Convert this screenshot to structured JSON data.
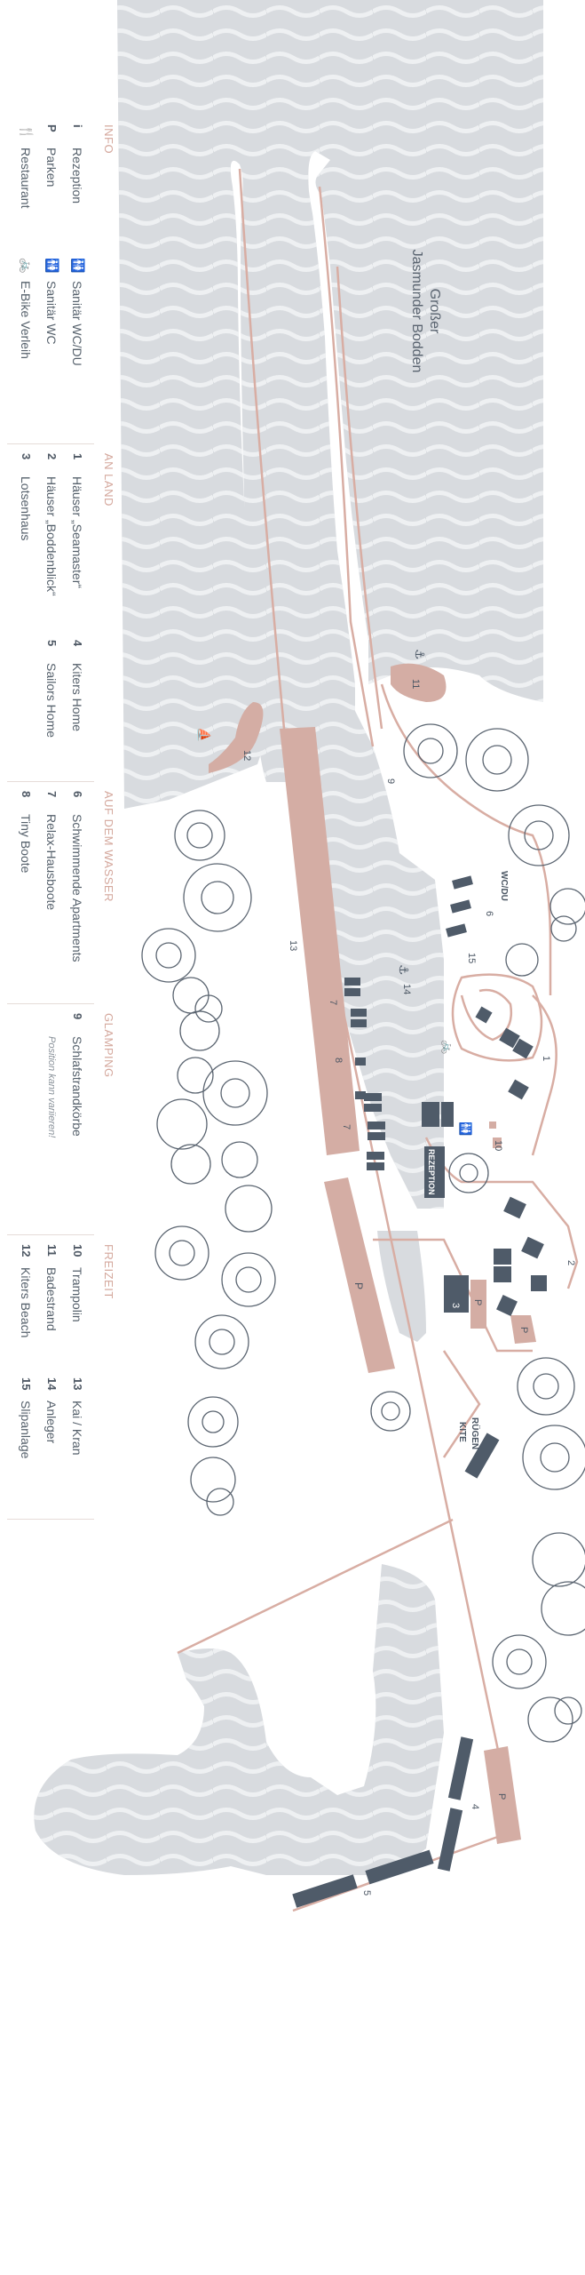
{
  "map": {
    "water_name": "Großer Jasmunder Bodden",
    "labels": {
      "reception": "REZEPTION",
      "ruegen_kite_1": "RÜGEN",
      "ruegen_kite_2": "KITE",
      "parking": "P",
      "wc_du": "WC/DU",
      "house_a": "1",
      "house_b": "2",
      "lotsenhaus": "3",
      "kiters_home": "4",
      "sailors_home": "5",
      "apartments": "6",
      "houseboats_a": "7",
      "houseboats_b": "7",
      "tiny_boats": "8",
      "strandkoerbe": "9",
      "trampolin": "10",
      "badestrand": "11",
      "kiters_beach": "12",
      "kran": "13",
      "anleger": "14",
      "slipanlage": "15"
    }
  },
  "legend": {
    "info": {
      "title": "INFO",
      "col1": [
        {
          "key": "i",
          "label": "Rezeption"
        },
        {
          "key": "P",
          "label": "Parken"
        },
        {
          "key": "🍴",
          "label": "Restaurant"
        }
      ],
      "col2": [
        {
          "key": "🚻",
          "label": "Sanitär WC/DU"
        },
        {
          "key": "🚻",
          "label": "Sanitär WC"
        },
        {
          "key": "🚲",
          "label": "E-Bike Verleih"
        }
      ]
    },
    "an_land": {
      "title": "AN LAND",
      "col1": [
        {
          "key": "1",
          "label": "Häuser „Seamaster“"
        },
        {
          "key": "2",
          "label": "Häuser „Boddenblick“"
        },
        {
          "key": "3",
          "label": "Lotsenhaus"
        }
      ],
      "col2": [
        {
          "key": "4",
          "label": "Kiters Home"
        },
        {
          "key": "5",
          "label": "Sailors Home"
        }
      ]
    },
    "auf_dem_wasser": {
      "title": "AUF DEM WASSER",
      "col1": [
        {
          "key": "6",
          "label": "Schwimmende Apartments"
        },
        {
          "key": "7",
          "label": "Relax-Hausboote"
        },
        {
          "key": "8",
          "label": "Tiny Boote"
        }
      ]
    },
    "glamping": {
      "title": "GLAMPING",
      "col1": [
        {
          "key": "9",
          "label": "Schlafstrandkörbe"
        }
      ],
      "note": "Position kann variieren!"
    },
    "freizeit": {
      "title": "FREIZEIT",
      "col1": [
        {
          "key": "10",
          "label": "Trampolin"
        },
        {
          "key": "11",
          "label": "Badestrand"
        },
        {
          "key": "12",
          "label": "Kiters Beach"
        }
      ],
      "col2": [
        {
          "key": "13",
          "label": "Kai / Kran"
        },
        {
          "key": "14",
          "label": "Anleger"
        },
        {
          "key": "15",
          "label": "Slipanlage"
        }
      ]
    }
  },
  "colors": {
    "water": "#d8dbdf",
    "wave": "#eef0f2",
    "land_path": "#d8ada3",
    "pier": "#d4ada4",
    "building": "#4f5b69",
    "tree_stroke": "#5a6470",
    "accent": "#d4a79c"
  }
}
